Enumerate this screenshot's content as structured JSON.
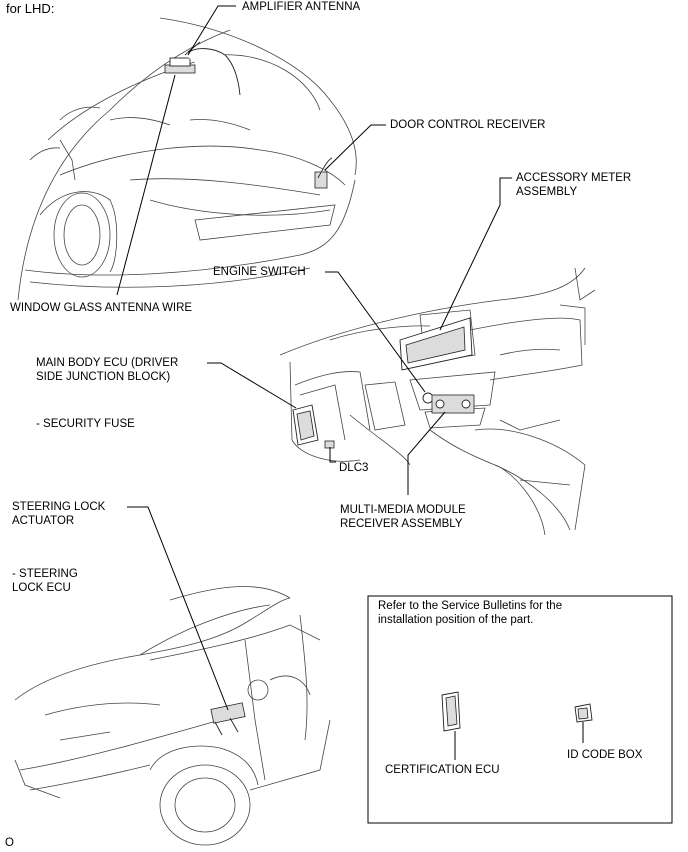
{
  "header": {
    "title": "for LHD:"
  },
  "labels": {
    "amplifier_antenna": "AMPLIFIER ANTENNA",
    "door_control_receiver": "DOOR CONTROL RECEIVER",
    "accessory_meter_1": "ACCESSORY METER",
    "accessory_meter_2": "ASSEMBLY",
    "engine_switch": "ENGINE SWITCH",
    "window_glass_antenna": "WINDOW GLASS ANTENNA WIRE",
    "main_body_ecu_1": "MAIN BODY ECU (DRIVER",
    "main_body_ecu_2": "SIDE JUNCTION BLOCK)",
    "security_fuse": "- SECURITY FUSE",
    "dlc3": "DLC3",
    "multimedia_1": "MULTI-MEDIA MODULE",
    "multimedia_2": "RECEIVER ASSEMBLY",
    "steering_lock_1": "STEERING LOCK",
    "steering_lock_2": "ACTUATOR",
    "steering_lock_ecu_1": "- STEERING",
    "steering_lock_ecu_2": "LOCK ECU"
  },
  "service_box": {
    "note_1": "Refer to the Service Bulletins for the",
    "note_2": "installation position of the part.",
    "certification_ecu": "CERTIFICATION ECU",
    "id_code_box": "ID CODE BOX"
  },
  "footer": {
    "code": "O"
  }
}
